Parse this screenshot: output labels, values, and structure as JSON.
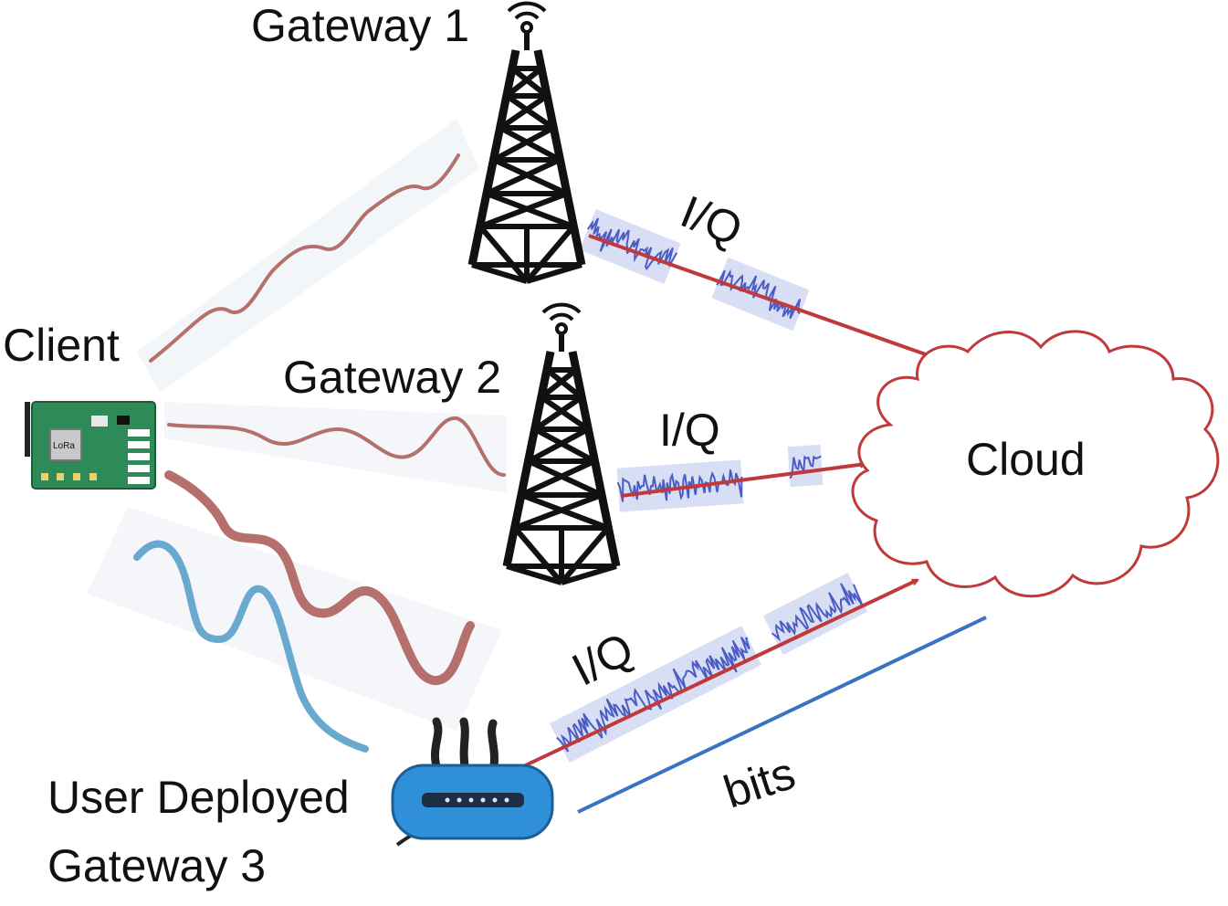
{
  "labels": {
    "gateway1": "Gateway 1",
    "gateway2": "Gateway 2",
    "gateway3_line1": "User Deployed",
    "gateway3_line2": "Gateway 3",
    "client": "Client",
    "cloud": "Cloud",
    "iq1": "I/Q",
    "iq2": "I/Q",
    "iq3": "I/Q",
    "bits": "bits",
    "board_chip": "LoRa"
  },
  "colors": {
    "background": "#ffffff",
    "text": "#111111",
    "red_link": "#c0393b",
    "red_wave": "#b5706e",
    "blue_wave": "#6aa9cf",
    "bits_line": "#3a72c4",
    "iq_noise": "#4b5cc4",
    "cloud_outline": "#c0393b",
    "tower": "#111111",
    "router_body": "#2f8fd8",
    "board": "#2e8b57"
  },
  "icons": [
    "tower-icon",
    "cloud-icon",
    "router-icon",
    "circuit-board-icon"
  ]
}
